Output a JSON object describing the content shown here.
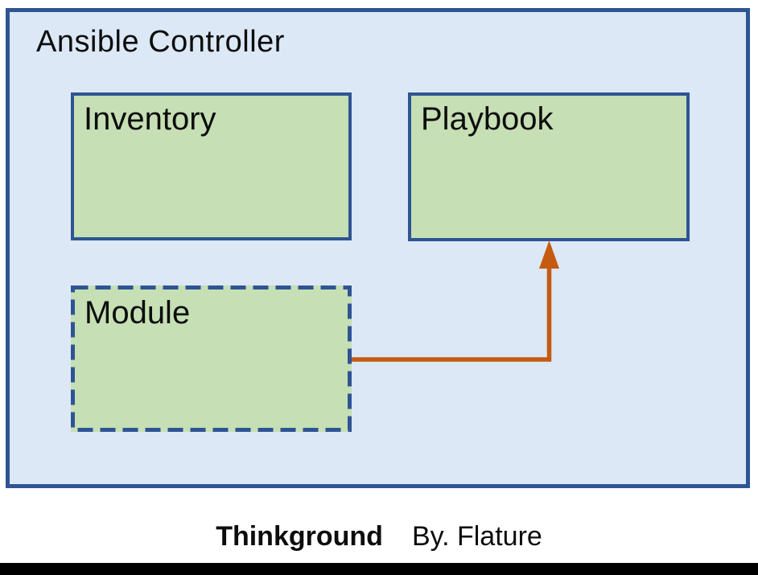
{
  "title": "Ansible Controller",
  "boxes": {
    "inventory": {
      "label": "Inventory",
      "border_style": "solid"
    },
    "playbook": {
      "label": "Playbook",
      "border_style": "solid"
    },
    "module": {
      "label": "Module",
      "border_style": "dashed"
    }
  },
  "arrow": {
    "from": "Module",
    "to": "Playbook",
    "shape": "elbow-right-then-up",
    "color": "#C55A11"
  },
  "footer": {
    "brand": "Thinkground",
    "byline": "By. Flature"
  },
  "colors": {
    "container_fill": "#DCE8F5",
    "border_blue": "#2E5494",
    "box_fill": "#C6DFB4",
    "arrow_orange": "#C55A11",
    "bottom_bar": "#000000",
    "text": "#0d0d0d"
  }
}
